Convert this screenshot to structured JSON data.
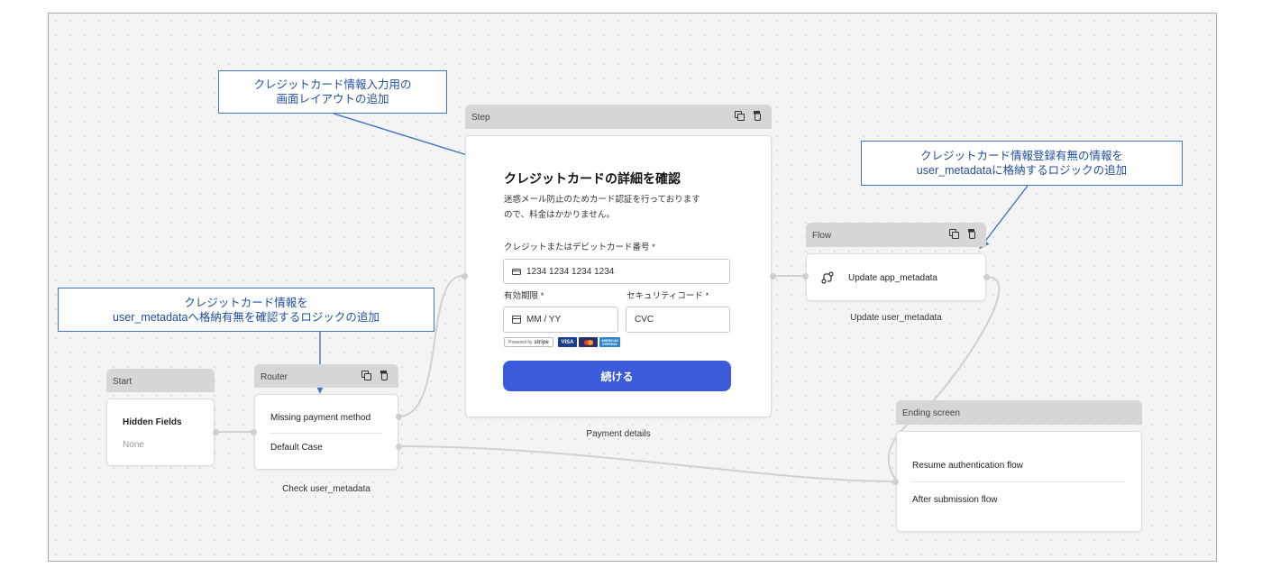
{
  "nodes": {
    "start": {
      "header": "Start",
      "title": "Hidden Fields",
      "value": "None"
    },
    "router": {
      "header": "Router",
      "rows": [
        "Missing payment method",
        "Default Case"
      ],
      "caption": "Check user_metadata"
    },
    "step": {
      "header": "Step",
      "caption": "Payment details",
      "form": {
        "title": "クレジットカードの詳細を確認",
        "desc_line1": "迷惑メール防止のためカード認証を行っております",
        "desc_line2": "ので、料金はかかりません。",
        "card_label": "クレジットまたはデビットカード番号 *",
        "card_placeholder": "1234 1234 1234 1234",
        "expiry_label": "有効期限 *",
        "expiry_placeholder": "MM / YY",
        "cvc_label": "セキュリティコード *",
        "cvc_placeholder": "CVC",
        "powered_by": "Powered by",
        "stripe": "stripe",
        "visa": "VISA",
        "amex": "AMERICAN EXPRESS",
        "submit": "続ける"
      }
    },
    "flow": {
      "header": "Flow",
      "action": "Update app_metadata",
      "caption": "Update user_metadata"
    },
    "ending": {
      "header": "Ending screen",
      "rows": [
        "Resume authentication flow",
        "After submission flow"
      ]
    }
  },
  "callouts": {
    "step": [
      "クレジットカード情報入力用の",
      "画面レイアウトの追加"
    ],
    "router": [
      "クレジットカード情報を",
      "user_metadataへ格納有無を確認するロジックの追加"
    ],
    "flow": [
      "クレジットカード情報登録有無の情報を",
      "user_metadataに格納するロジックの追加"
    ]
  },
  "colors": {
    "accent": "#3b5bdb",
    "callout": "#4472c4",
    "header": "#d6d6d6",
    "wire": "#d0d0d0"
  },
  "icons": [
    "copy-icon",
    "trash-icon",
    "credit-card-icon",
    "calendar-icon",
    "flow-icon"
  ]
}
